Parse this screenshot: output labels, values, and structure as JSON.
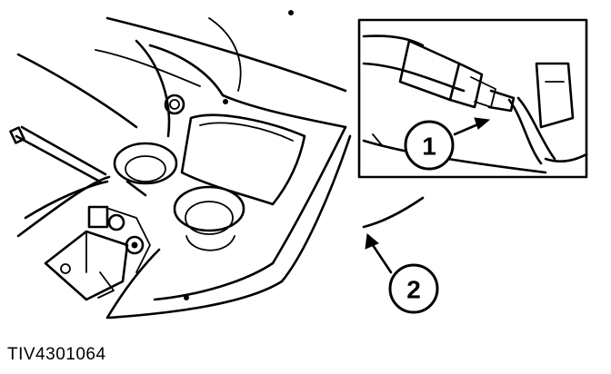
{
  "callouts": [
    {
      "label": "1"
    },
    {
      "label": "2"
    }
  ],
  "figure_code": "TIV4301064"
}
